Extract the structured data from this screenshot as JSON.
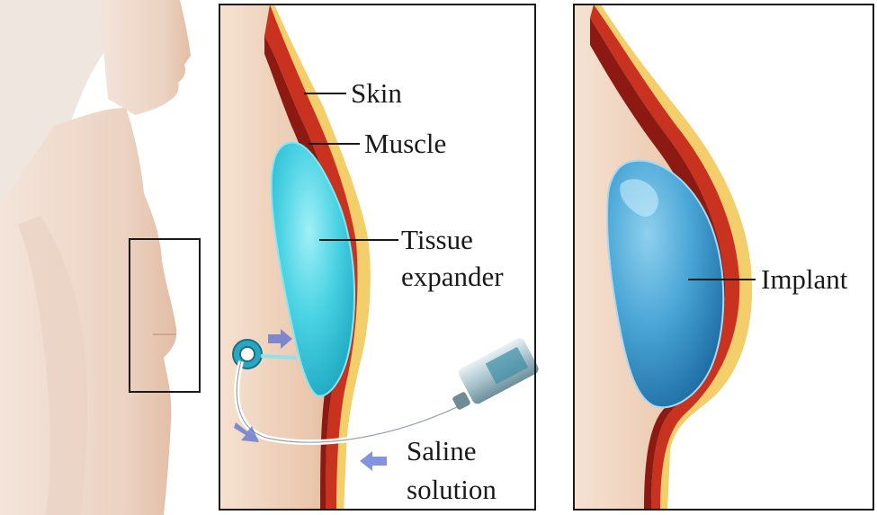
{
  "panel_middle": {
    "labels": {
      "skin": "Skin",
      "muscle": "Muscle",
      "tissue_line1": "Tissue",
      "tissue_line2": "expander",
      "saline_line1": "Saline",
      "saline_line2": "solution"
    }
  },
  "panel_right": {
    "labels": {
      "implant": "Implant"
    }
  },
  "colors": {
    "skin_tone": "#e8c2a6",
    "muscle_red": "#c8321e",
    "fat_yellow": "#f2cf6a",
    "expander_cyan": "#3fd0e0",
    "implant_blue": "#3c9fd0",
    "arrow_blue": "#5a6fd0",
    "frame": "#1a1a1a"
  }
}
